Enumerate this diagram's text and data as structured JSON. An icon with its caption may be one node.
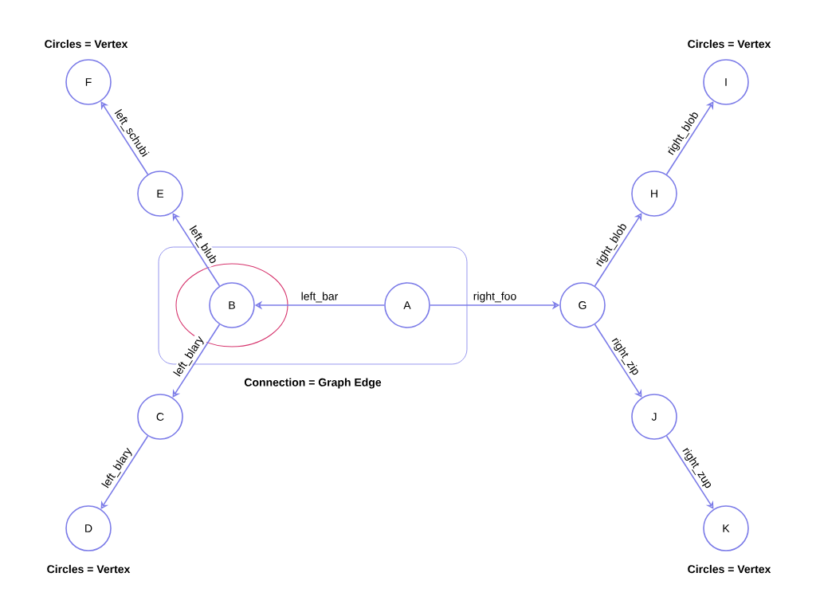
{
  "diagram": {
    "nodes": [
      {
        "text": [
          "F"
        ]
      },
      {
        "text": [
          "I"
        ]
      },
      {
        "text": [
          "E"
        ]
      },
      {
        "text": [
          "H"
        ]
      },
      {
        "text": [
          "Connection = Graph Edge"
        ]
      },
      {
        "text": [],
        "shape": "ellipse",
        "in": 4
      },
      {
        "text": [
          "B"
        ],
        "in": 5
      },
      {
        "text": [
          "A"
        ],
        "in": 4
      },
      {
        "text": [
          "G"
        ]
      },
      {
        "text": [
          "C"
        ]
      },
      {
        "text": [
          "J"
        ]
      },
      {
        "text": [
          "D"
        ]
      },
      {
        "text": [
          "K"
        ]
      }
    ],
    "edges": [
      {
        "from": 7,
        "to": 6,
        "arrow": "to",
        "label": "left_bar"
      },
      {
        "from": 6,
        "to": 2,
        "arrow": "to",
        "label": "left_blub"
      },
      {
        "from": 2,
        "to": 0,
        "arrow": "to",
        "label": "left_schubi"
      },
      {
        "from": 6,
        "to": 9,
        "arrow": "to",
        "label": "left_blary"
      },
      {
        "from": 9,
        "to": 11,
        "arrow": "to",
        "label": "left_blary"
      },
      {
        "from": 7,
        "to": 8,
        "arrow": "to",
        "label": "right_foo"
      },
      {
        "from": 8,
        "to": 3,
        "arrow": "to",
        "label": "right_blob"
      },
      {
        "from": 3,
        "to": 1,
        "arrow": "to",
        "label": "right_blob"
      },
      {
        "from": 8,
        "to": 10,
        "arrow": "to",
        "label": "right_zip"
      },
      {
        "from": 10,
        "to": 12,
        "arrow": "to",
        "label": "right_zup"
      }
    ],
    "labels": [
      "Circles = Vertex",
      "Circles = Vertex",
      "Circles = Vertex",
      "Circles = Vertex"
    ]
  }
}
